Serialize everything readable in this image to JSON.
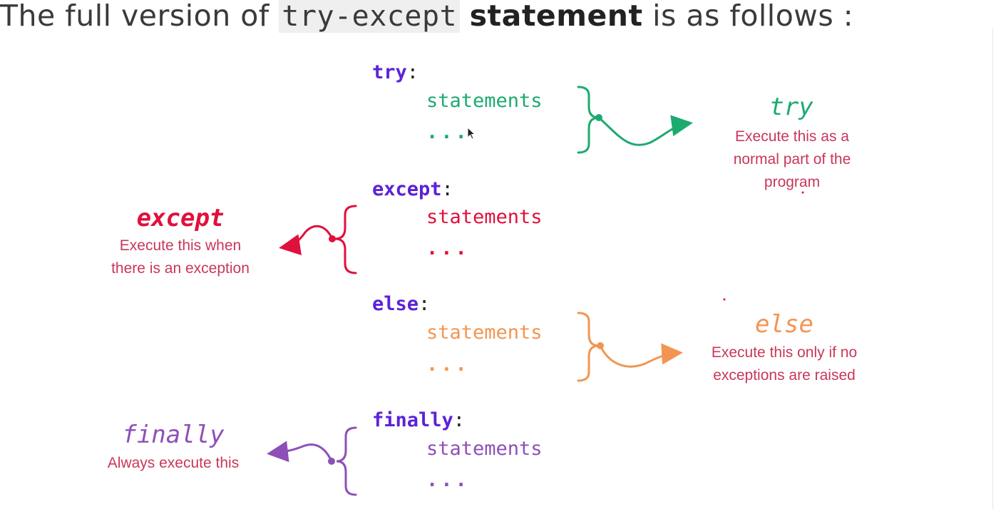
{
  "heading": {
    "prefix": "The full version of ",
    "code": "try-except",
    "bold": "statement",
    "suffix": " is as follows :"
  },
  "blocks": [
    {
      "keyword": "try",
      "statement": "statements",
      "dots": "...",
      "color": "#1daa70"
    },
    {
      "keyword": "except",
      "statement": "statements",
      "dots": "...",
      "color": "#e0103c"
    },
    {
      "keyword": "else",
      "statement": "statements",
      "dots": "...",
      "color": "#f39552"
    },
    {
      "keyword": "finally",
      "statement": "statements",
      "dots": "...",
      "color": "#8e4fb8"
    }
  ],
  "colon": ":",
  "annotations": {
    "try": {
      "title": "try",
      "lines": [
        "Execute this as a",
        "normal part of the",
        "program"
      ],
      "color": "#1daa70"
    },
    "except": {
      "title": "except",
      "lines": [
        "Execute this when",
        "there is an exception"
      ],
      "color": "#e0103c"
    },
    "else": {
      "title": "else",
      "lines": [
        "Execute this only if no",
        "exceptions are raised"
      ],
      "color": "#f39552"
    },
    "finally": {
      "title": "finally",
      "lines": [
        "Always execute this"
      ],
      "color": "#8e4fb8"
    }
  },
  "keyword_color": "#5b23d8",
  "description_color": "#c9375a"
}
